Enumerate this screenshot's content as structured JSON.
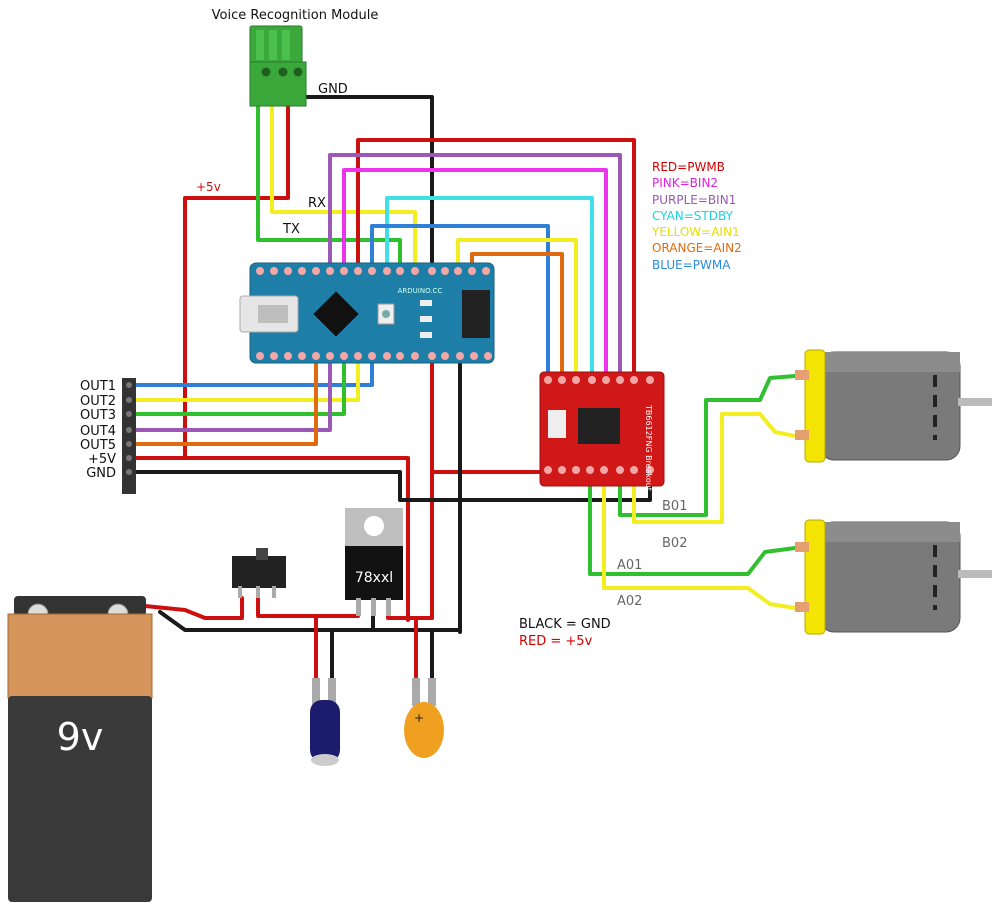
{
  "title": "Voice Recognition Module",
  "wire_labels": {
    "gnd": "GND",
    "plus5v": "+5v",
    "rx": "RX",
    "tx": "TX",
    "b01": "B01",
    "b02": "B02",
    "a01": "A01",
    "a02": "A02"
  },
  "pin_legend": [
    {
      "text": "RED=PWMB",
      "color": "#d40000"
    },
    {
      "text": "PINK=BIN2",
      "color": "#e020e0"
    },
    {
      "text": "PURPLE=BIN1",
      "color": "#9b59b6"
    },
    {
      "text": "CYAN=STDBY",
      "color": "#19d3e6"
    },
    {
      "text": "YELLOW=AIN1",
      "color": "#e8e000"
    },
    {
      "text": "ORANGE=AIN2",
      "color": "#e06a10"
    },
    {
      "text": "BLUE=PWMA",
      "color": "#2a8be0"
    }
  ],
  "header_labels": [
    "OUT1",
    "OUT2",
    "OUT3",
    "OUT4",
    "OUT5",
    "+5V",
    "GND"
  ],
  "wire_legend": {
    "black": "BLACK = GND",
    "red": "RED = +5v"
  },
  "regulator_label": "78xxl",
  "battery_label": "9v",
  "driver_label": "TB6612FNG Breakout",
  "arduino_label": "ARDUINO.CC",
  "colors": {
    "red": "#cc1010",
    "black": "#1a1a1a",
    "green": "#2fbf2f",
    "yellow": "#f2ee22",
    "blue": "#2f7fd6",
    "cyan": "#3fe0e8",
    "purple": "#9b59b6",
    "pink": "#ee33ee",
    "orange": "#e06a10",
    "arduino": "#1d7fa8",
    "driver": "#d01818"
  }
}
